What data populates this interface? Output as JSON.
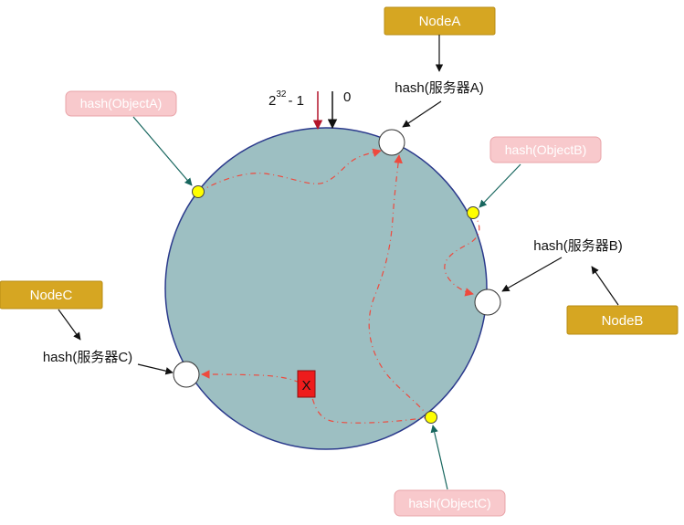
{
  "nodes": {
    "node_a": "NodeA",
    "node_b": "NodeB",
    "node_c": "NodeC"
  },
  "objects": {
    "object_a": "hash(ObjectA)",
    "object_b": "hash(ObjectB)",
    "object_c": "hash(ObjectC)"
  },
  "servers": {
    "server_a": "hash(服务器A)",
    "server_b": "hash(服务器B)",
    "server_c": "hash(服务器C)"
  },
  "ring": {
    "max_base": "2",
    "max_exp": "32",
    "max_tail": "- 1",
    "zero": "0"
  },
  "removed_marker": "X",
  "colors": {
    "ring_fill": "#9dbfc2",
    "ring_stroke": "#2b3a8c",
    "node_fill": "#d6a622",
    "object_fill": "#f8c9cc",
    "object_point": "#ffff00",
    "path": "#ee4a3e",
    "teal_arrow": "#17665e",
    "removed": "#ee1c1c"
  }
}
